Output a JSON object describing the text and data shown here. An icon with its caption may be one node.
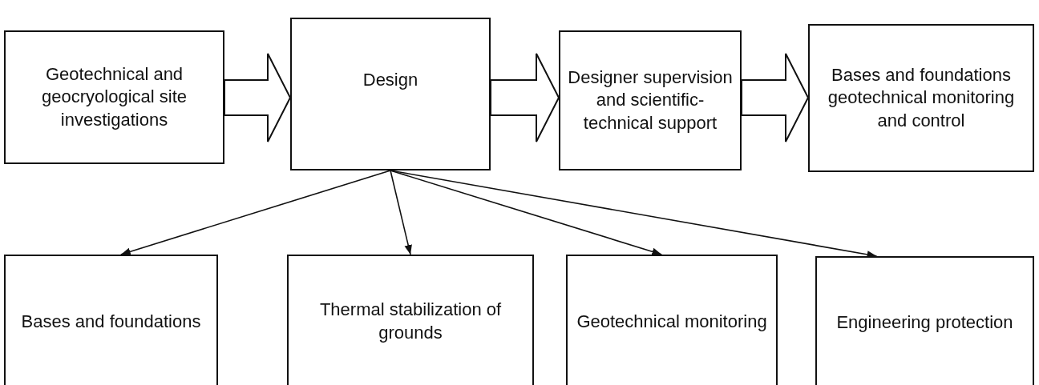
{
  "diagram": {
    "nodes": [
      {
        "text": [
          "Geotechnical and geocryological site investigations"
        ]
      },
      {
        "text": [
          "Design"
        ]
      },
      {
        "text": [
          "Designer supervision and scientific-technical support"
        ]
      },
      {
        "text": [
          "Bases and foundations geotechnical monitoring and control"
        ]
      },
      {
        "text": [
          "Bases and foundations"
        ]
      },
      {
        "text": [
          "Thermal stabilization of grounds"
        ]
      },
      {
        "text": [
          "Geotechnical monitoring"
        ]
      },
      {
        "text": [
          "Engineering protection"
        ]
      }
    ],
    "edges": [
      {
        "from": 0,
        "to": 1,
        "arrow": "to",
        "style": "thick"
      },
      {
        "from": 1,
        "to": 2,
        "arrow": "to",
        "style": "thick"
      },
      {
        "from": 2,
        "to": 3,
        "arrow": "to",
        "style": "thick"
      },
      {
        "from": 1,
        "to": 4,
        "arrow": "to"
      },
      {
        "from": 1,
        "to": 5,
        "arrow": "to"
      },
      {
        "from": 1,
        "to": 6,
        "arrow": "to"
      },
      {
        "from": 1,
        "to": 7,
        "arrow": "to"
      }
    ]
  }
}
